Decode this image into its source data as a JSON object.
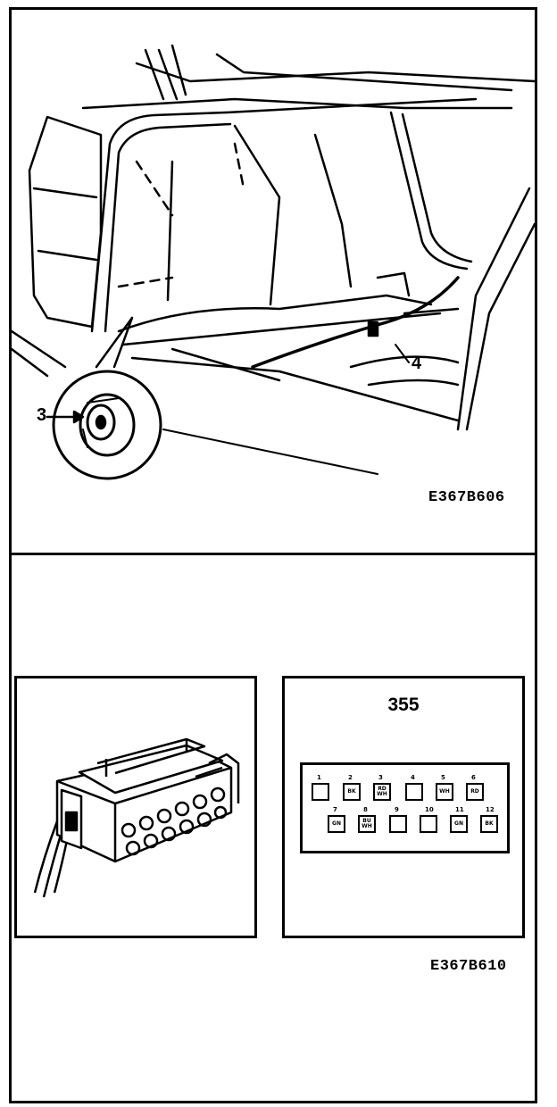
{
  "figure_top": {
    "callouts": {
      "grommet": "3",
      "harness": "4"
    },
    "code": "E367B606"
  },
  "figure_bottom": {
    "connector_number": "355",
    "code": "E367B610",
    "pins": [
      {
        "num": "1",
        "color": ""
      },
      {
        "num": "2",
        "color": "BK"
      },
      {
        "num": "3",
        "color": "RD\nWH"
      },
      {
        "num": "4",
        "color": ""
      },
      {
        "num": "5",
        "color": "WH"
      },
      {
        "num": "6",
        "color": "RD"
      },
      {
        "num": "7",
        "color": "GN"
      },
      {
        "num": "8",
        "color": "BU\nWH"
      },
      {
        "num": "9",
        "color": ""
      },
      {
        "num": "10",
        "color": ""
      },
      {
        "num": "11",
        "color": "GN"
      },
      {
        "num": "12",
        "color": "BK"
      }
    ]
  }
}
